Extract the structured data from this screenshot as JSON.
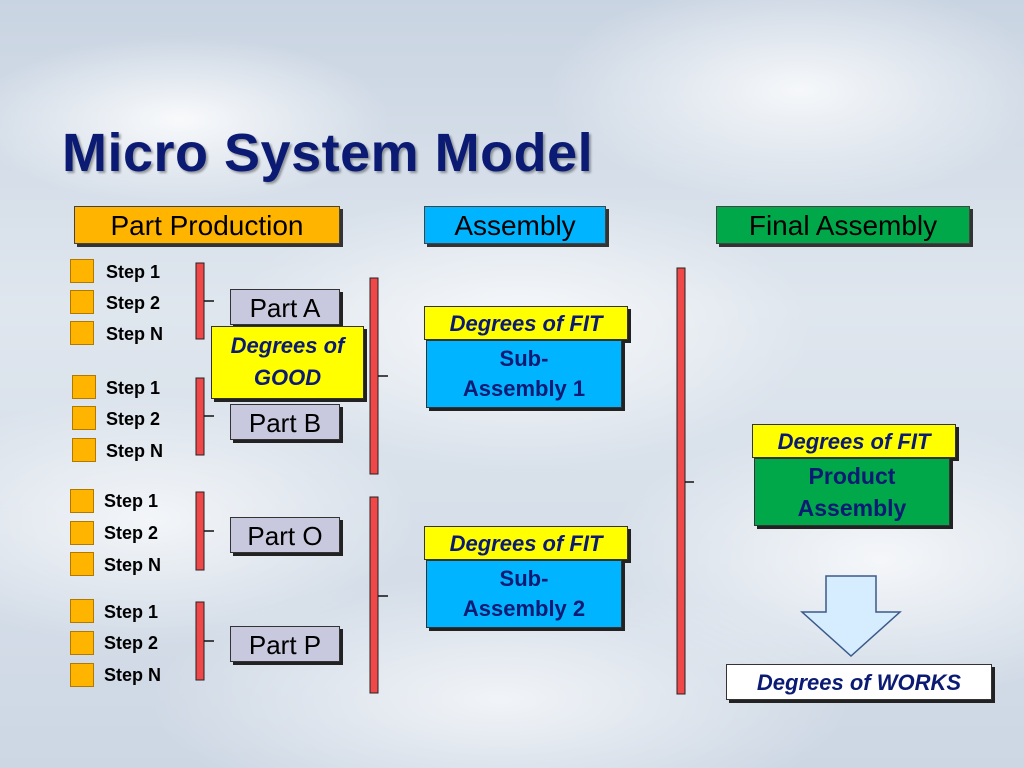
{
  "title": "Micro System Model",
  "headers": {
    "part_production": "Part Production",
    "assembly": "Assembly",
    "final_assembly": "Final Assembly"
  },
  "colors": {
    "title": "#0b1a73",
    "part_production_header": "#ffb400",
    "assembly_header": "#00b4ff",
    "final_assembly_header": "#00a84a",
    "step_square": "#ffb400",
    "bracket": "#f04848",
    "part_box": "#c8c8de",
    "highlight_box": "#ffff00",
    "arrow": "#d6ecff"
  },
  "steps": [
    "Step 1",
    "Step 2",
    "Step N"
  ],
  "parts": {
    "a": "Part  A",
    "b": "Part  B",
    "o": "Part  O",
    "p": "Part  P"
  },
  "degrees_good": {
    "line1": "Degrees of",
    "line2": "GOOD"
  },
  "degrees_fit": "Degrees of FIT",
  "sub_assembly_1": {
    "line1": "Sub-",
    "line2": "Assembly 1"
  },
  "sub_assembly_2": {
    "line1": "Sub-",
    "line2": "Assembly 2"
  },
  "product_assembly": {
    "line1": "Product",
    "line2": "Assembly"
  },
  "degrees_works": "Degrees of WORKS",
  "arrow_icon": "down-arrow-icon"
}
